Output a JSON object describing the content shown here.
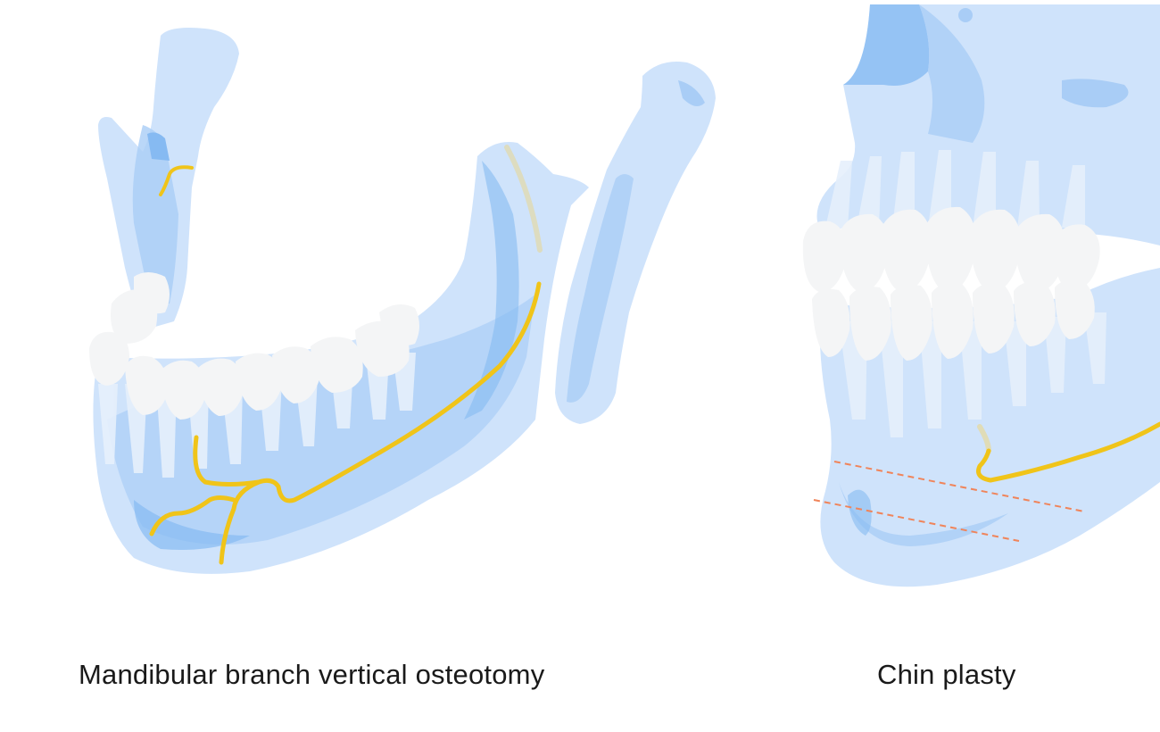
{
  "panels": [
    {
      "caption": "Mandibular branch vertical osteotomy",
      "illustration": "mandible-vertical-osteotomy-illustration"
    },
    {
      "caption": "Chin plasty",
      "illustration": "chin-plasty-illustration"
    }
  ],
  "colors": {
    "bone_light": "#cfe3fb",
    "bone_mid": "#a9cdf6",
    "bone_dark": "#86baf2",
    "teeth": "#f4f5f6",
    "nerve": "#f0c419",
    "cut_line": "#f0845a",
    "background": "#ffffff"
  },
  "icons": [
    "mandible-bone-icon",
    "skull-jaw-icon",
    "nerve-path-icon",
    "osteotomy-cut-line-icon"
  ]
}
